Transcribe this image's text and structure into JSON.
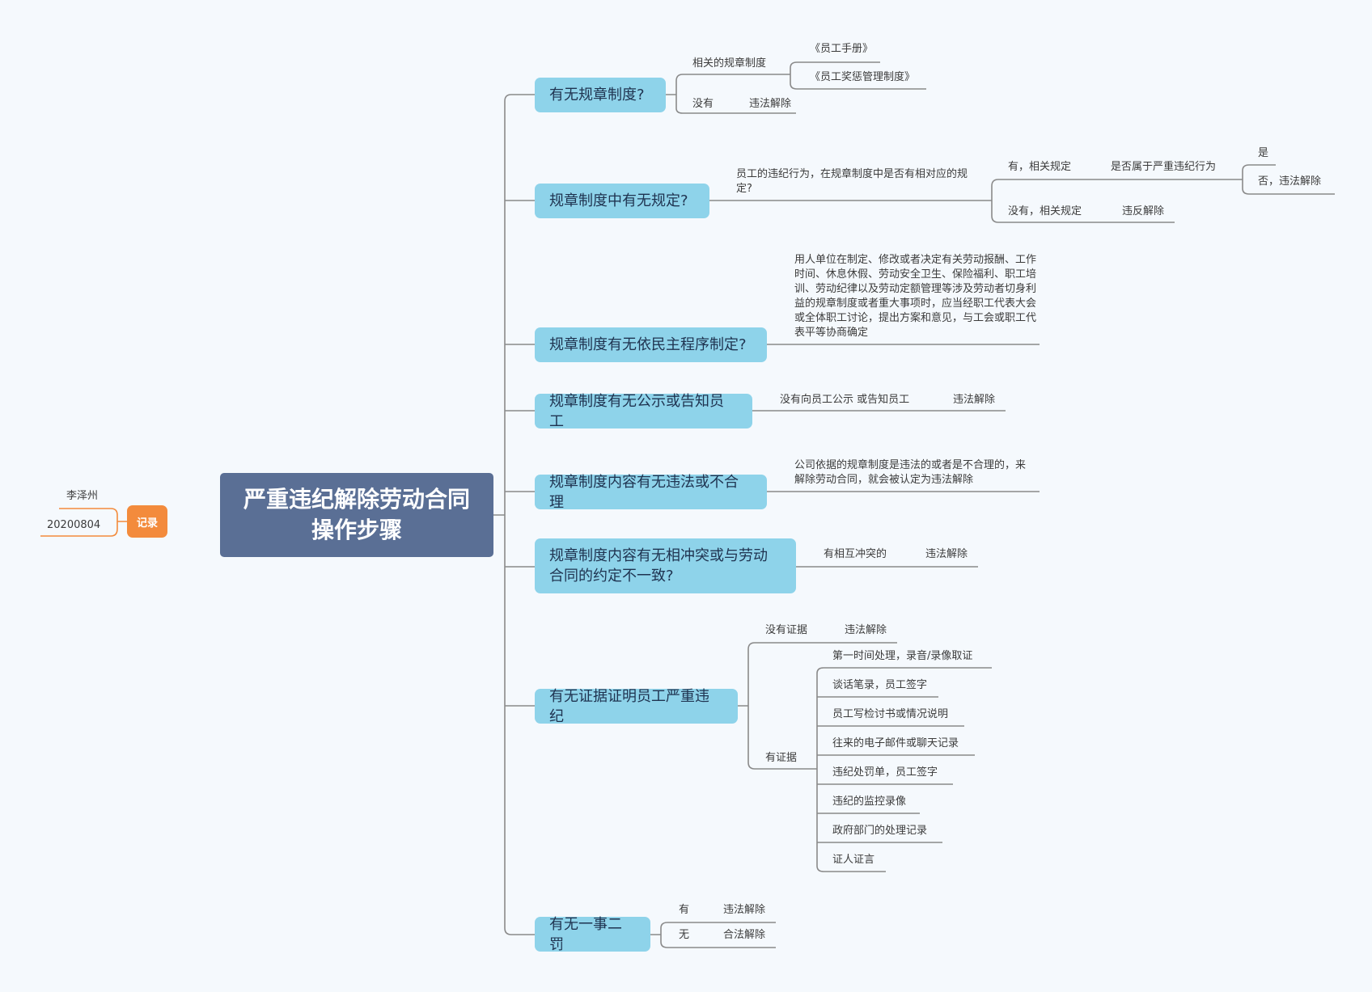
{
  "root": {
    "line1": "严重违纪解除劳动合同",
    "line2": "操作步骤"
  },
  "note": {
    "tag": "记录",
    "author": "李泽州",
    "date": "20200804"
  },
  "branches": [
    {
      "label": "有无规章制度?"
    },
    {
      "label": "规章制度中有无规定?"
    },
    {
      "label": "规章制度有无依民主程序制定?"
    },
    {
      "label": "规章制度有无公示或告知员工"
    },
    {
      "label": "规章制度内容有无违法或不合理"
    },
    {
      "label": "规章制度内容有无相冲突或与劳动合同的约定不一致?"
    },
    {
      "label": "有无证据证明员工严重违纪"
    },
    {
      "label": "有无一事二罚"
    }
  ],
  "b1": {
    "related": "相关的规章制度",
    "handbook": "《员工手册》",
    "reward": "《员工奖惩管理制度》",
    "none": "没有",
    "illegal": "违法解除"
  },
  "b2": {
    "question": "员工的违纪行为，在规章制度中是否有相对应的规定?",
    "yes_rule": "有，相关规定",
    "serious": "是否属于严重违纪行为",
    "yes": "是",
    "no": "否，违法解除",
    "no_rule": "没有，相关规定",
    "violate": "违反解除"
  },
  "b3": {
    "text": "用人单位在制定、修改或者决定有关劳动报酬、工作时间、休息休假、劳动安全卫生、保险福利、职工培训、劳动纪律以及劳动定额管理等涉及劳动者切身利益的规章制度或者重大事项时，应当经职工代表大会或全体职工讨论，提出方案和意见，与工会或职工代表平等协商确定"
  },
  "b4": {
    "notice": "没有向员工公示 或告知员工",
    "illegal": "违法解除"
  },
  "b5": {
    "text": "公司依据的规章制度是违法的或者是不合理的，来解除劳动合同，就会被认定为违法解除"
  },
  "b6": {
    "conflict": "有相互冲突的",
    "illegal": "违法解除"
  },
  "b7": {
    "no_evidence": "没有证据",
    "illegal": "违法解除",
    "has_evidence": "有证据",
    "items": [
      "第一时间处理，录音/录像取证",
      "谈话笔录，员工签字",
      "员工写检讨书或情况说明",
      "往来的电子邮件或聊天记录",
      "违纪处罚单，员工签字",
      "违纪的监控录像",
      "政府部门的处理记录",
      "证人证言"
    ]
  },
  "b8": {
    "yes": "有",
    "illegal": "违法解除",
    "no": "无",
    "legal": "合法解除"
  }
}
